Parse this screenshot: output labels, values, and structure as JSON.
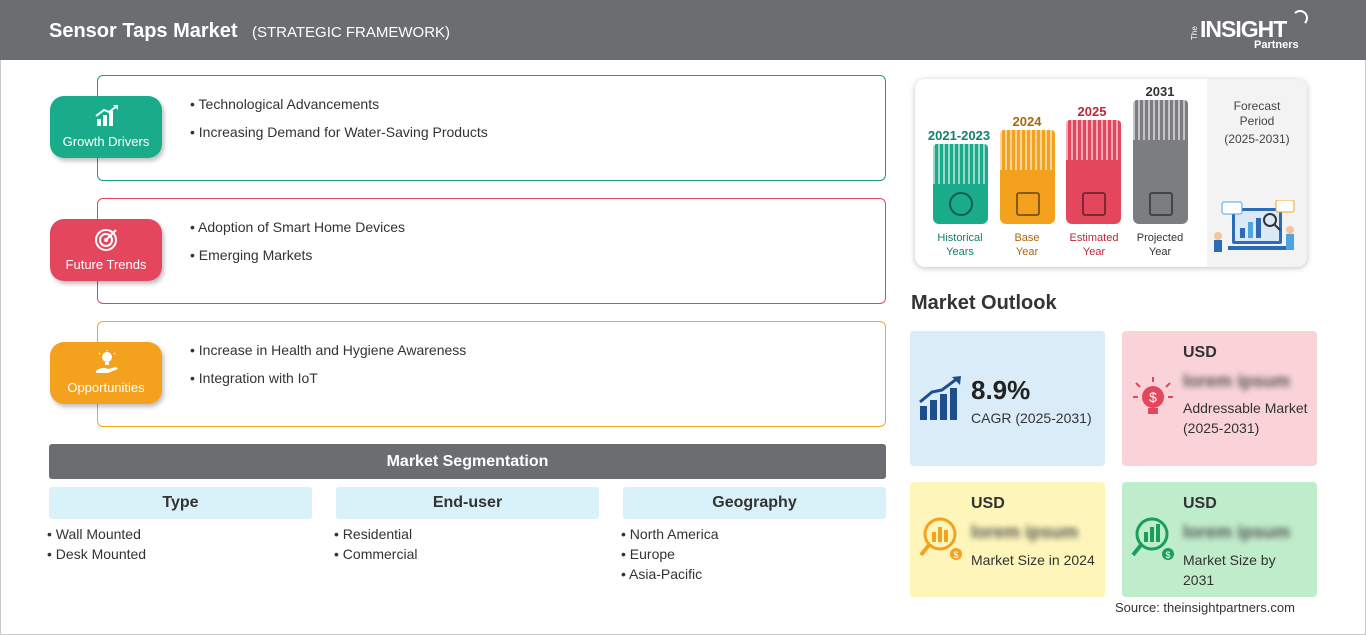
{
  "header": {
    "title": "Sensor Taps Market",
    "subtitle": "(STRATEGIC FRAMEWORK)",
    "logo_the": "The",
    "logo_insight": "INSIGHT",
    "logo_partners": "Partners"
  },
  "framework": [
    {
      "label": "Growth Drivers",
      "icon": "bar-chart-growth-icon",
      "color": "#1aab8a",
      "items": [
        "Technological Advancements",
        "Increasing Demand for Water-Saving Products"
      ]
    },
    {
      "label": "Future Trends",
      "icon": "target-icon",
      "color": "#e4475d",
      "items": [
        "Adoption of Smart Home Devices",
        "Emerging Markets"
      ]
    },
    {
      "label": "Opportunities",
      "icon": "lightbulb-hand-icon",
      "color": "#f4a11e",
      "items": [
        "Increase in Health and Hygiene Awareness",
        "Integration with IoT"
      ]
    }
  ],
  "segmentation": {
    "title": "Market Segmentation",
    "columns": [
      {
        "head": "Type",
        "items": [
          "Wall Mounted",
          "Desk Mounted"
        ]
      },
      {
        "head": "End-user",
        "items": [
          "Residential",
          "Commercial"
        ]
      },
      {
        "head": "Geography",
        "items": [
          "North America",
          "Europe",
          "Asia-Pacific"
        ]
      }
    ]
  },
  "timeline": {
    "periods": [
      {
        "year": "2021-2023",
        "label_1": "Historical",
        "label_2": "Years",
        "color": "#1aab8a",
        "text_color": "#12806a"
      },
      {
        "year": "2024",
        "label_1": "Base",
        "label_2": "Year",
        "color": "#f4a11e",
        "text_color": "#a9680c"
      },
      {
        "year": "2025",
        "label_1": "Estimated",
        "label_2": "Year",
        "color": "#e4475d",
        "text_color": "#b52a3e"
      },
      {
        "year": "2031",
        "label_1": "Projected",
        "label_2": "Year",
        "color": "#7c7d80",
        "text_color": "#333333"
      }
    ],
    "forecast_1": "Forecast",
    "forecast_2": "Period",
    "forecast_3": "(2025-2031)"
  },
  "outlook": {
    "title": "Market Outlook",
    "cagr_value": "8.9%",
    "cagr_label": "CAGR (2025-2031)",
    "addressable_usd": "USD",
    "addressable_value": "lorem ipsum",
    "addressable_label": "Addressable Market (2025-2031)",
    "size2024_usd": "USD",
    "size2024_value": "lorem ipsum",
    "size2024_label": "Market Size in 2024",
    "size2031_usd": "USD",
    "size2031_value": "lorem ipsum",
    "size2031_label": "Market Size by 2031",
    "colors": {
      "cagr": "#d9ecf8",
      "addressable": "#f9d3d8",
      "size2024": "#fdf5b9",
      "size2031": "#bfeccb"
    }
  },
  "source": "Source: theinsightpartners.com"
}
